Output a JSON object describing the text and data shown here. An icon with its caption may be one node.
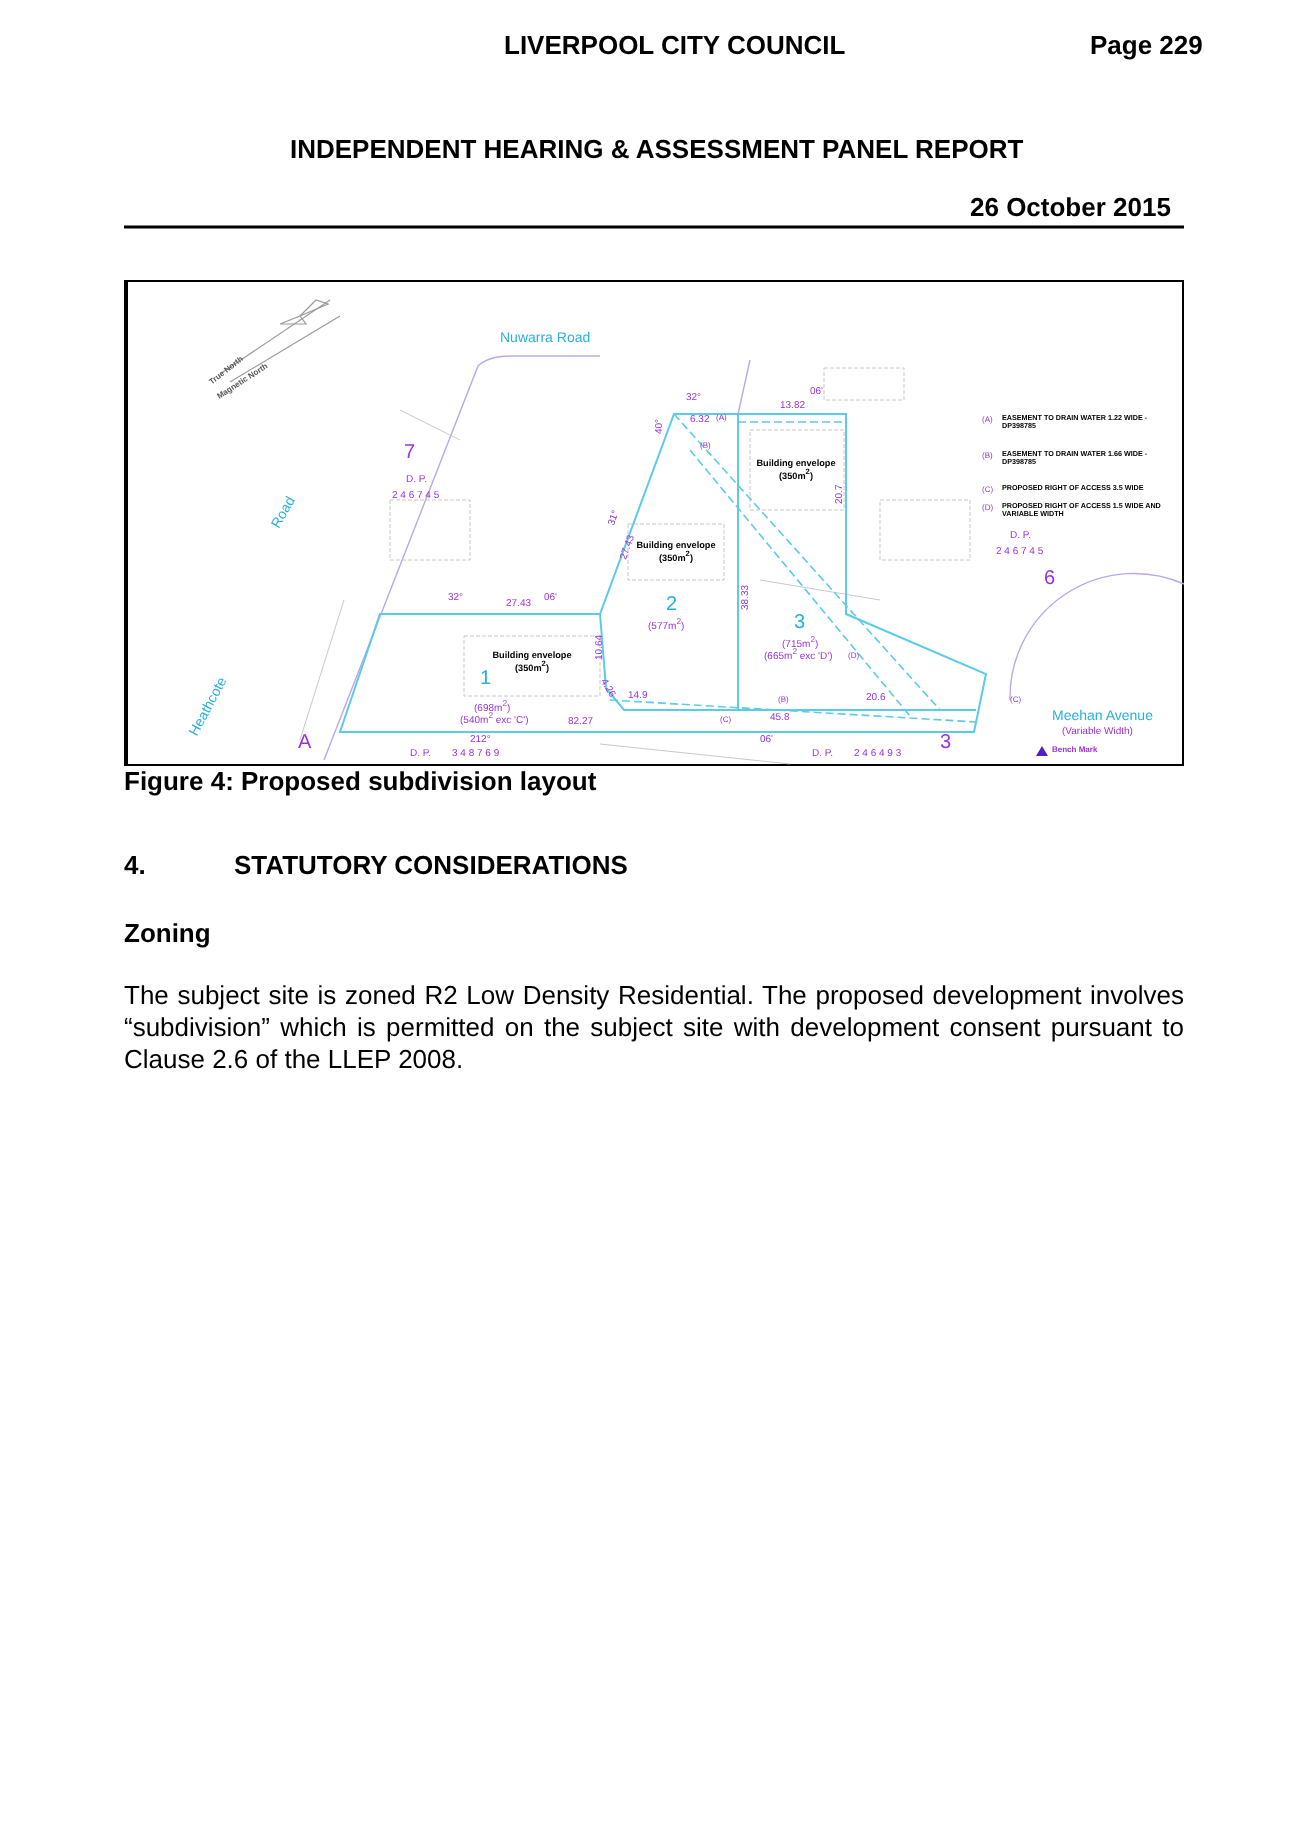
{
  "diagram": {
    "caption": "Figure 4: Proposed subdivision layout",
    "labels": [
      "LIVERPOOL CITY COUNCIL",
      "Page 229",
      "INDEPENDENT HEARING & ASSESSMENT PANEL REPORT",
      "26 October 2015",
      "True North",
      "Magnetic North",
      "Nuwarra Road",
      "32°",
      "06'",
      "40°",
      "6.32",
      "(A)",
      "13.82",
      "(A)",
      "EASEMENT TO DRAIN WATER 1.22 WIDE - DP398785",
      "7",
      "(B)",
      "Building envelope (350m$^{2}$)",
      "20.7",
      "(B)",
      "EASEMENT TO DRAIN WATER 1.66 WIDE - DP398785",
      "D. P.",
      "2 4 6 7 4 5",
      "(C)",
      "PROPOSED RIGHT OF ACCESS 3.5 WIDE",
      "D. P.",
      "2 4 6 7 4 5",
      "(D)",
      "PROPOSED RIGHT OF ACCESS 1.5 WIDE AND VARIABLE WIDTH",
      "Road",
      "31°",
      "27.43",
      "Building envelope (350m$^{2}$)",
      "6",
      "32°",
      "06'",
      "27.43",
      "38.33",
      "2",
      "(577m$^{2}$)",
      "10.64",
      "3",
      "(715m$^{2}$)",
      "(665m$^{2}$ exc 'D')",
      "(D)",
      "Building envelope (350m$^{2}$)",
      "1",
      "(698m$^{2}$)",
      "(540m$^{2}$ exc 'C')",
      "Heathcote",
      "4.26",
      "14.9",
      "(B)",
      "20.6",
      "(C)",
      "(C)",
      "45.8",
      "Meehan Avenue",
      "(Variable Width)",
      "82.27",
      "212°",
      "06'",
      "Bench Mark",
      "A",
      "3",
      "D. P.",
      "3 4 8 7 6 9",
      "D. P.",
      "2 4 6 4 9 3",
      "4.",
      "STATUTORY CONSIDERATIONS",
      "Zoning",
      "The subject site is zoned R2 Low Density Residential. The proposed development involves “subdivision” which is permitted on the subject site with development consent pursuant to Clause 2.6 of the LLEP 2008."
    ]
  }
}
